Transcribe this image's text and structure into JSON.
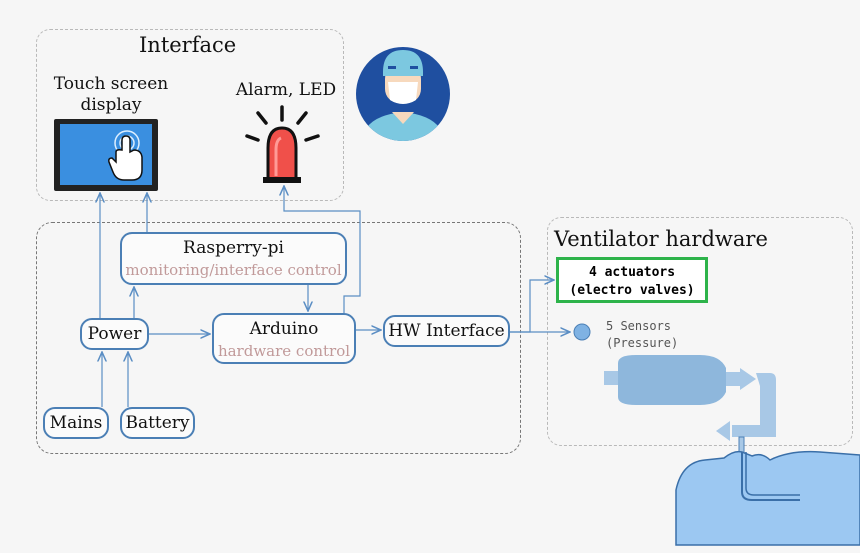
{
  "groups": {
    "interface_title": "Interface",
    "ventilator_title": "Ventilator hardware"
  },
  "interface": {
    "touch_screen_line1": "Touch screen",
    "touch_screen_line2": "display",
    "alarm_label": "Alarm, LED"
  },
  "nodes": {
    "raspberry_title": "Rasperry-pi",
    "raspberry_sub": "monitoring/interface control",
    "power": "Power",
    "arduino_title": "Arduino",
    "arduino_sub": "hardware control",
    "hw_interface": "HW Interface",
    "mains": "Mains",
    "battery": "Battery"
  },
  "ventilator": {
    "actuators_line1": "4 actuators",
    "actuators_line2": "(electro valves)",
    "sensors_line1": "5 Sensors",
    "sensors_line2": "(Pressure)"
  },
  "colors": {
    "node_border": "#4b7fb5",
    "arrow": "#5b8ec4",
    "actuator_border": "#2db34a",
    "sensor_fill": "#7fb2e3",
    "balloon_fill": "#8eb7dc",
    "head_fill": "#9cc8f2",
    "doctor_bg": "#1f4fa0",
    "alarm_red": "#f0504a"
  },
  "icons": {
    "touch_screen": "touch-screen-icon",
    "alarm": "alarm-light-icon",
    "doctor": "doctor-avatar-icon",
    "balloon": "ventilator-bag-icon",
    "patient": "patient-head-icon"
  }
}
